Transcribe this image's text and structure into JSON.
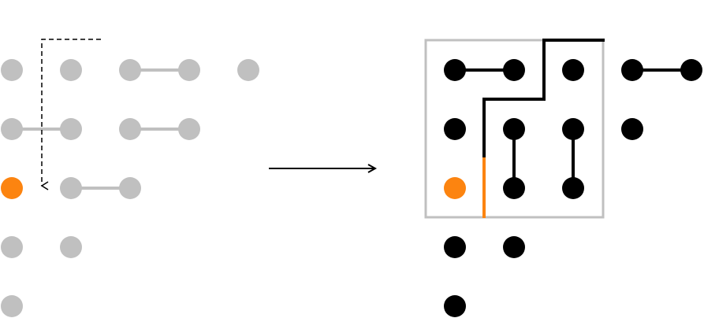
{
  "colors": {
    "inactive": "#c0c0c0",
    "active": "#000000",
    "highlight": "#fc8410",
    "frame": "#c0c0c0",
    "background": "#ffffff"
  },
  "icons": {
    "transform_arrow": "right-arrow-icon",
    "scan_path": "dashed-scan-path"
  },
  "left_panel": {
    "nodes": [
      {
        "col": 0,
        "row": 0,
        "state": "inactive"
      },
      {
        "col": 1,
        "row": 0,
        "state": "inactive"
      },
      {
        "col": 2,
        "row": 0,
        "state": "inactive"
      },
      {
        "col": 3,
        "row": 0,
        "state": "inactive"
      },
      {
        "col": 4,
        "row": 0,
        "state": "inactive"
      },
      {
        "col": 0,
        "row": 1,
        "state": "inactive"
      },
      {
        "col": 1,
        "row": 1,
        "state": "inactive"
      },
      {
        "col": 2,
        "row": 1,
        "state": "inactive"
      },
      {
        "col": 3,
        "row": 1,
        "state": "inactive"
      },
      {
        "col": 0,
        "row": 2,
        "state": "highlight"
      },
      {
        "col": 1,
        "row": 2,
        "state": "inactive"
      },
      {
        "col": 2,
        "row": 2,
        "state": "inactive"
      },
      {
        "col": 0,
        "row": 3,
        "state": "inactive"
      },
      {
        "col": 1,
        "row": 3,
        "state": "inactive"
      },
      {
        "col": 0,
        "row": 4,
        "state": "inactive"
      }
    ],
    "edges": [
      {
        "from": [
          2,
          0
        ],
        "to": [
          3,
          0
        ]
      },
      {
        "from": [
          0,
          1
        ],
        "to": [
          1,
          1
        ]
      },
      {
        "from": [
          2,
          1
        ],
        "to": [
          3,
          1
        ]
      },
      {
        "from": [
          1,
          2
        ],
        "to": [
          2,
          2
        ]
      }
    ]
  },
  "right_panel": {
    "nodes": [
      {
        "col": 0,
        "row": 0,
        "state": "active"
      },
      {
        "col": 1,
        "row": 0,
        "state": "active"
      },
      {
        "col": 2,
        "row": 0,
        "state": "active"
      },
      {
        "col": 3,
        "row": 0,
        "state": "active"
      },
      {
        "col": 4,
        "row": 0,
        "state": "active"
      },
      {
        "col": 0,
        "row": 1,
        "state": "active"
      },
      {
        "col": 1,
        "row": 1,
        "state": "active"
      },
      {
        "col": 2,
        "row": 1,
        "state": "active"
      },
      {
        "col": 3,
        "row": 1,
        "state": "active"
      },
      {
        "col": 0,
        "row": 2,
        "state": "highlight"
      },
      {
        "col": 1,
        "row": 2,
        "state": "active"
      },
      {
        "col": 2,
        "row": 2,
        "state": "active"
      },
      {
        "col": 0,
        "row": 3,
        "state": "active"
      },
      {
        "col": 1,
        "row": 3,
        "state": "active"
      },
      {
        "col": 0,
        "row": 4,
        "state": "active"
      }
    ],
    "edges": [
      {
        "from": [
          0,
          0
        ],
        "to": [
          1,
          0
        ]
      },
      {
        "from": [
          3,
          0
        ],
        "to": [
          4,
          0
        ]
      },
      {
        "from": [
          1,
          1
        ],
        "to": [
          1,
          2
        ]
      },
      {
        "from": [
          2,
          1
        ],
        "to": [
          2,
          2
        ]
      }
    ]
  }
}
